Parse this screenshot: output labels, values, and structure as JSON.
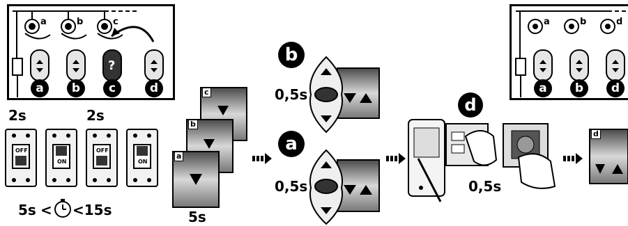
{
  "panel_left": {
    "motor_labels": [
      "a",
      "b",
      "c"
    ],
    "remote_labels": [
      "a",
      "b",
      "c",
      "d"
    ],
    "unknown_mark": "?"
  },
  "panel_right": {
    "motor_labels": [
      "a",
      "b",
      "d"
    ],
    "remote_labels": [
      "a",
      "b",
      "d"
    ]
  },
  "breaker": {
    "times": [
      "2s",
      "2s"
    ],
    "switch_labels": [
      "OFF",
      "ON",
      "OFF",
      "ON"
    ],
    "wait_min": "5s",
    "wait_max": "<15s",
    "less_than": "<"
  },
  "shutters": {
    "tags": [
      "c",
      "b",
      "a"
    ],
    "hold_time": "5s"
  },
  "remote_steps": {
    "top_badge": "b",
    "bottom_badge": "a",
    "press_time_top": "0,5s",
    "press_time_bottom": "0,5s"
  },
  "wall_step": {
    "badge": "d",
    "press_time": "0,5s"
  },
  "final_shutter": {
    "tag": "d"
  },
  "colors": {
    "ink": "#000000",
    "shade_dark": "#6d6d6d",
    "shade_light": "#d9d9d9"
  }
}
